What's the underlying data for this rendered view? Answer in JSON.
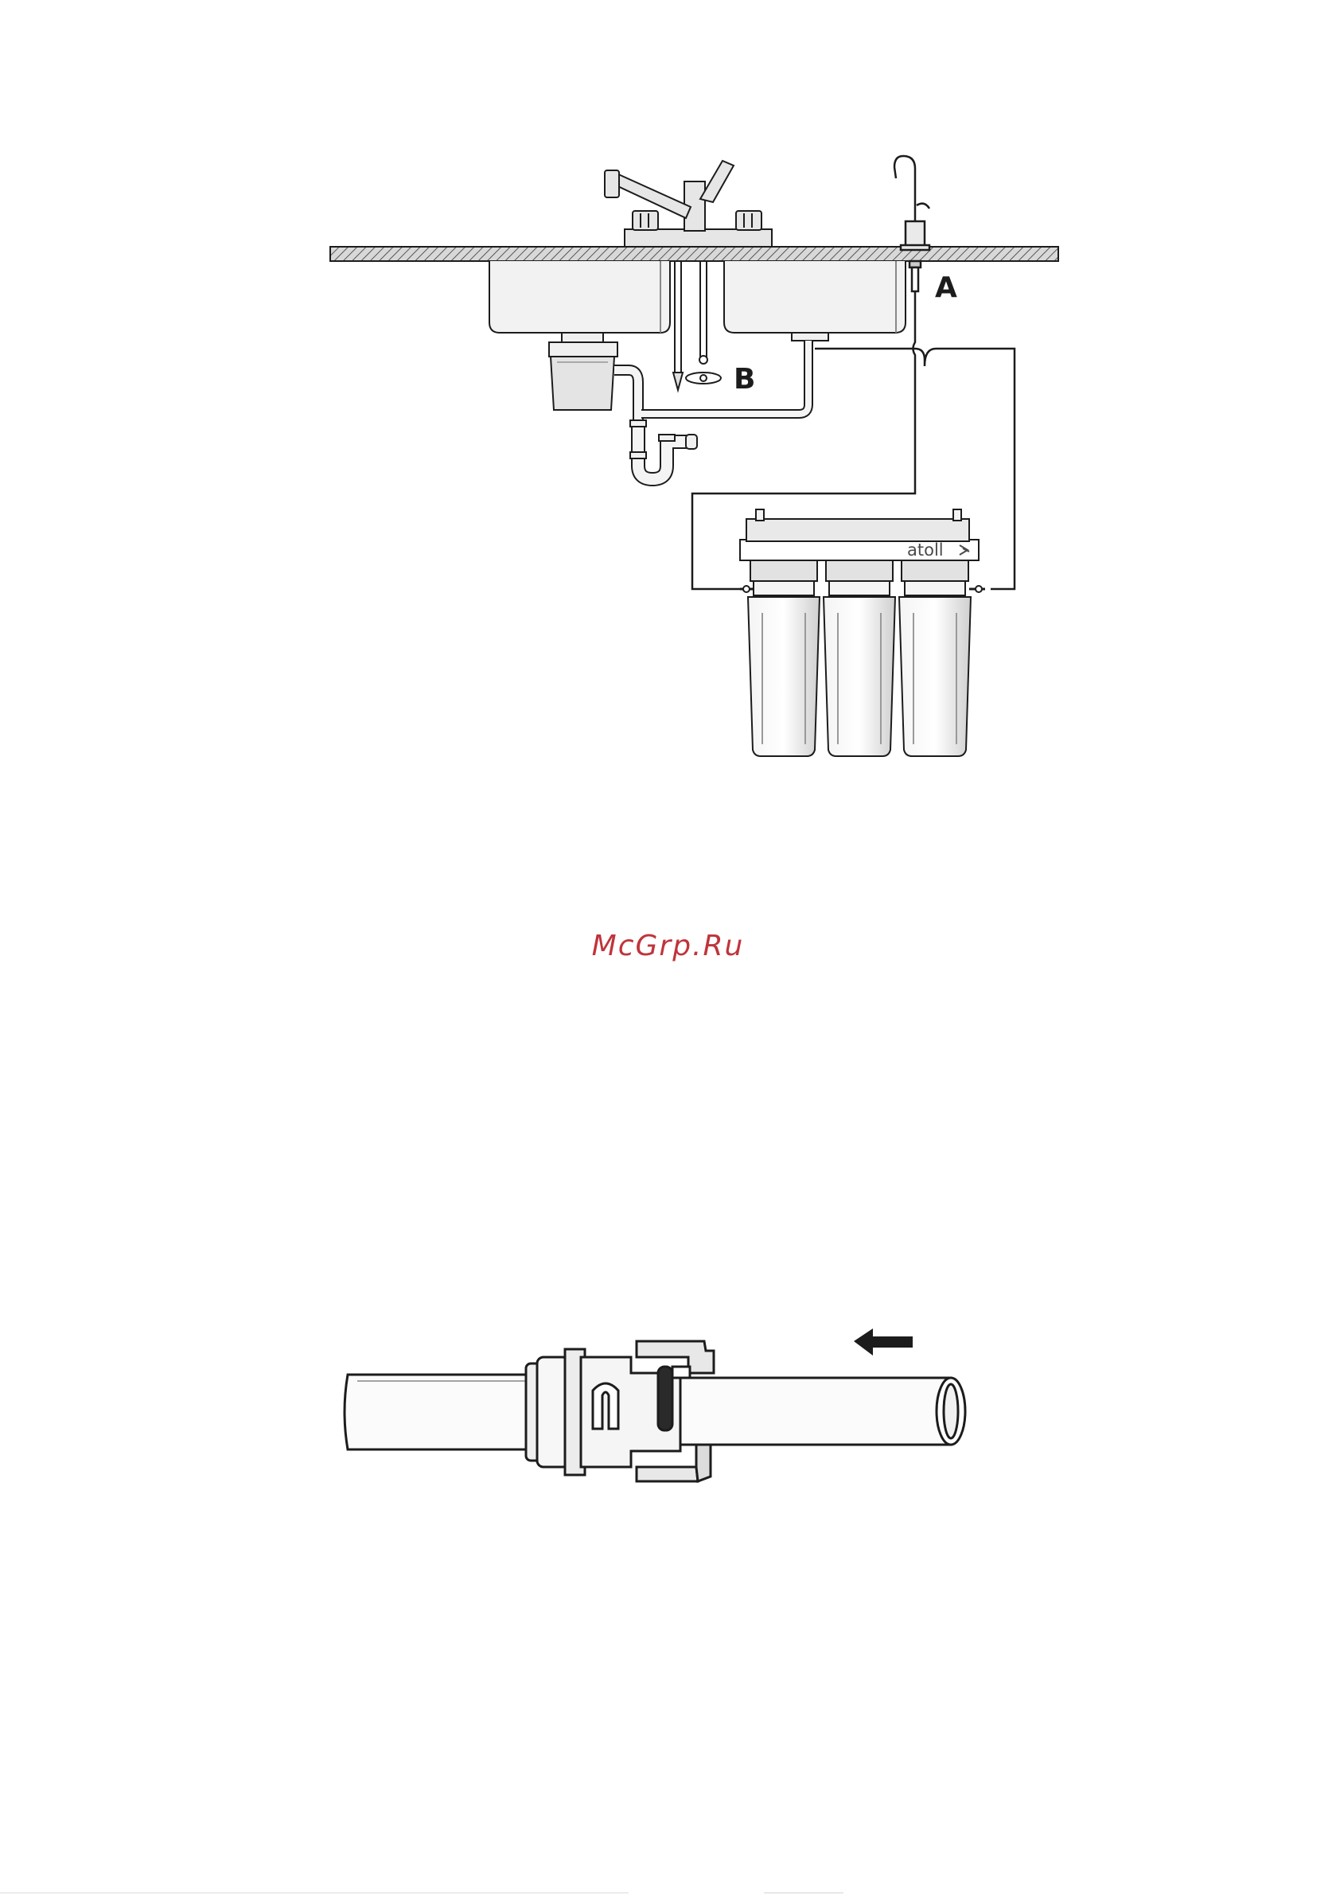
{
  "installation_diagram": {
    "callout_a": "A",
    "callout_b": "B",
    "brand_label": "atoll"
  },
  "watermark": "McGrp.Ru",
  "colors": {
    "line": "#1c1c1c",
    "shade": "#d8d8d8",
    "light_shade": "#eeeeee",
    "watermark": "#c0343c"
  }
}
